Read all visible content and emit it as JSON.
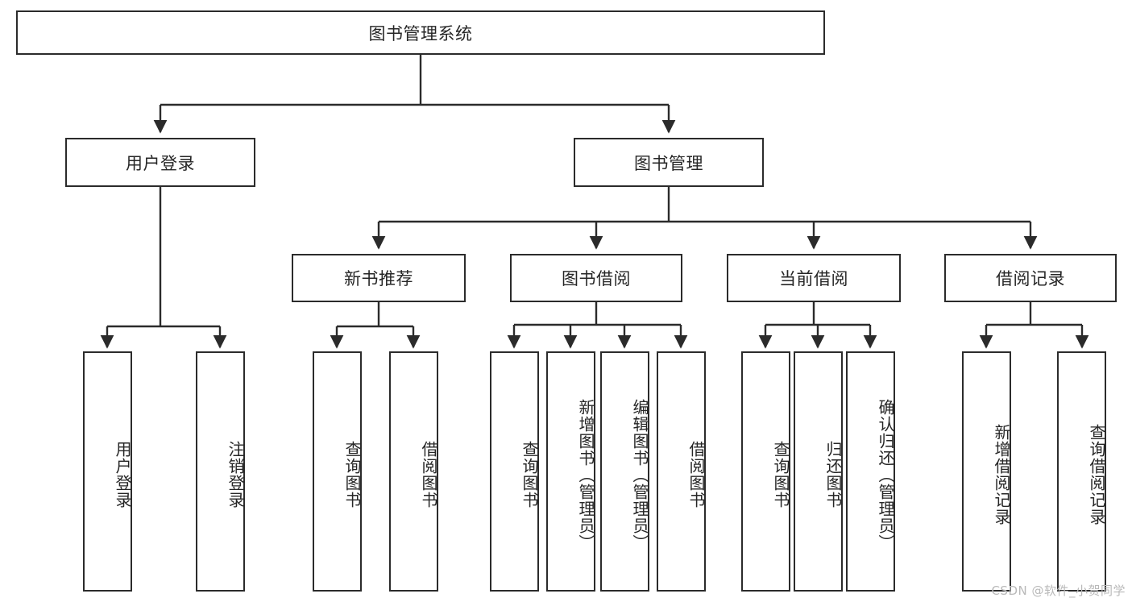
{
  "diagram": {
    "title": "图书管理系统",
    "type": "hierarchy-tree",
    "orientation": "top-down",
    "line_color": "#2b2b2b",
    "text_color": "#262626",
    "box_fill": "#ffffff",
    "watermark": "CSDN @软件_小贺同学"
  },
  "levels": {
    "root": {
      "label": "图书管理系统"
    },
    "level2": [
      {
        "id": "user-login",
        "label": "用户登录"
      },
      {
        "id": "book-management",
        "label": "图书管理"
      }
    ],
    "level3": [
      {
        "id": "new-book-recommend",
        "label": "新书推荐",
        "parent": "book-management"
      },
      {
        "id": "book-borrow",
        "label": "图书借阅",
        "parent": "book-management"
      },
      {
        "id": "current-borrow",
        "label": "当前借阅",
        "parent": "book-management"
      },
      {
        "id": "borrow-record",
        "label": "借阅记录",
        "parent": "book-management"
      }
    ],
    "leaves": {
      "user-login": [
        {
          "id": "leaf-user-login",
          "label": "用户登录"
        },
        {
          "id": "leaf-logout-login",
          "label": "注销登录"
        }
      ],
      "new-book-recommend": [
        {
          "id": "leaf-query-book-1",
          "label": "查询图书"
        },
        {
          "id": "leaf-borrow-book-1",
          "label": "借阅图书"
        }
      ],
      "book-borrow": [
        {
          "id": "leaf-query-book-2",
          "label": "查询图书"
        },
        {
          "id": "leaf-add-book",
          "label": "新增图书（管理员）"
        },
        {
          "id": "leaf-edit-book",
          "label": "编辑图书（管理员）"
        },
        {
          "id": "leaf-borrow-book-2",
          "label": "借阅图书"
        }
      ],
      "current-borrow": [
        {
          "id": "leaf-query-book-3",
          "label": "查询图书"
        },
        {
          "id": "leaf-return-book",
          "label": "归还图书"
        },
        {
          "id": "leaf-confirm-return",
          "label": "确认归还（管理员）"
        }
      ],
      "borrow-record": [
        {
          "id": "leaf-add-record",
          "label": "新增借阅记录"
        },
        {
          "id": "leaf-query-record",
          "label": "查询借阅记录"
        }
      ]
    }
  }
}
